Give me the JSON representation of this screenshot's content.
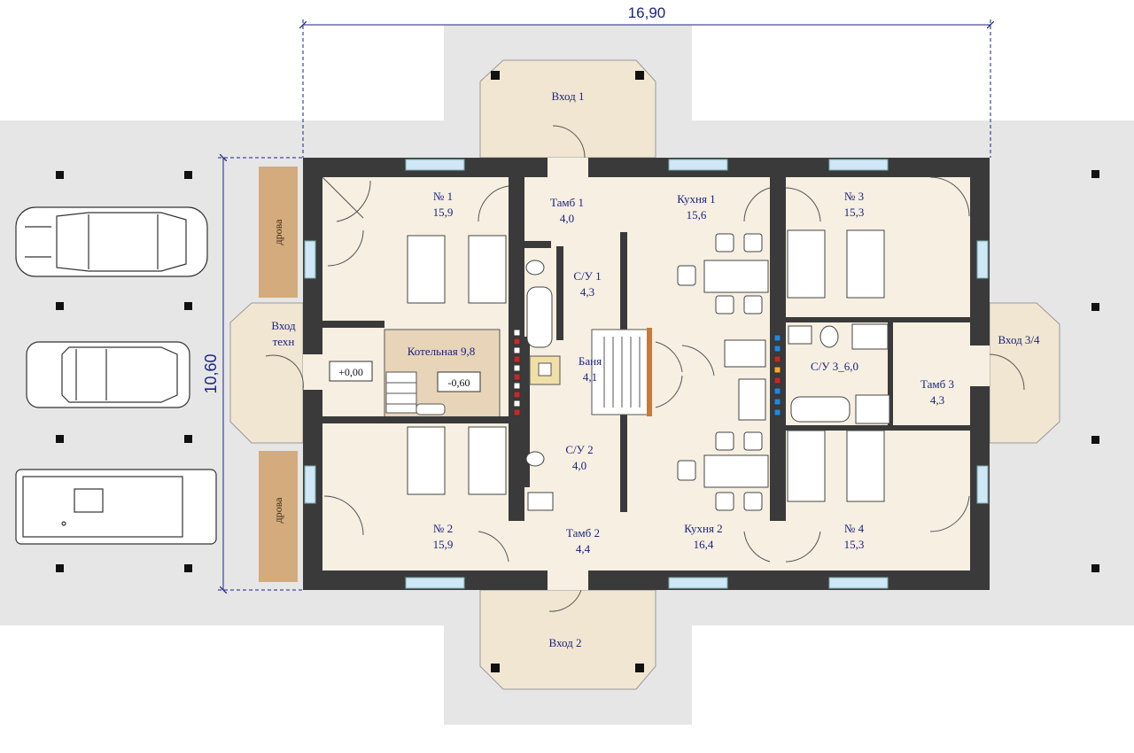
{
  "dimensions": {
    "width_label": "16,90",
    "height_label": "10,60"
  },
  "rooms": {
    "room1": {
      "name": "№ 1",
      "area": "15,9"
    },
    "room2": {
      "name": "№ 2",
      "area": "15,9"
    },
    "room3": {
      "name": "№ 3",
      "area": "15,3"
    },
    "room4": {
      "name": "№ 4",
      "area": "15,3"
    },
    "tamb1": {
      "name": "Тамб 1",
      "area": "4,0"
    },
    "tamb2": {
      "name": "Тамб 2",
      "area": "4,4"
    },
    "tamb3": {
      "name": "Тамб 3",
      "area": "4,3"
    },
    "kitchen1": {
      "name": "Кухня 1",
      "area": "15,6"
    },
    "kitchen2": {
      "name": "Кухня 2",
      "area": "16,4"
    },
    "su1": {
      "name": "С/У 1",
      "area": "4,3"
    },
    "su2": {
      "name": "С/У 2",
      "area": "4,0"
    },
    "su34": {
      "name": "С/У 3_6,0"
    },
    "banya": {
      "name": "Баня",
      "area": "4,1"
    },
    "boiler": {
      "name": "Котельная 9,8"
    }
  },
  "entrances": {
    "e1": "Вход 1",
    "e2": "Вход 2",
    "e34": "Вход 3/4",
    "tech_line1": "Вход",
    "tech_line2": "техн"
  },
  "levels": {
    "ground": "+0,00",
    "boiler": "-0,60"
  },
  "firewood": [
    "дрова",
    "дрова"
  ],
  "colors": {
    "wall": "#3a3a3a",
    "floor": "#f6efe2",
    "porch": "#f1e6d2",
    "boiler_room": "#e8d5b9",
    "site": "#e6e6e6",
    "firewood": "#d3ab7c",
    "label": "#1a237e",
    "window": "#cfe7f7"
  }
}
